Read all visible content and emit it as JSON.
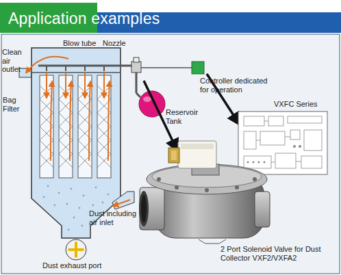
{
  "diagram": {
    "title": "Application examples",
    "labels": [
      "Blow tube",
      "Nozzle",
      "Clean air outlet",
      "Bag Filter",
      "Reservoir Tank",
      "Controller dedicated for operation",
      "VXFC Series",
      "Dust including air inlet",
      "Dust exhaust port",
      "2 Port Solenoid Valve for Dust Collector VXF2/VXFA2"
    ]
  }
}
